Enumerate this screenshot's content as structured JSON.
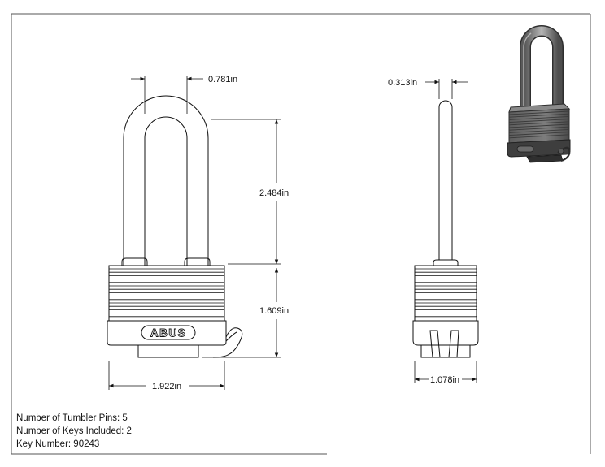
{
  "dimensions": {
    "shackle_clearance": "0.781in",
    "shackle_height": "2.484in",
    "body_height": "1.609in",
    "body_width": "1.922in",
    "shackle_diameter": "0.313in",
    "body_depth": "1.078in"
  },
  "brand": "ABUS",
  "specs": {
    "tumbler_pins": "Number of Tumbler Pins: 5",
    "keys_included": "Number of Keys Included: 2",
    "key_number": "Key Number: 90243"
  },
  "colors": {
    "line": "#111111",
    "frame": "#555555",
    "render_body": "#6f6f6f",
    "render_dark": "#3a3a3a"
  }
}
